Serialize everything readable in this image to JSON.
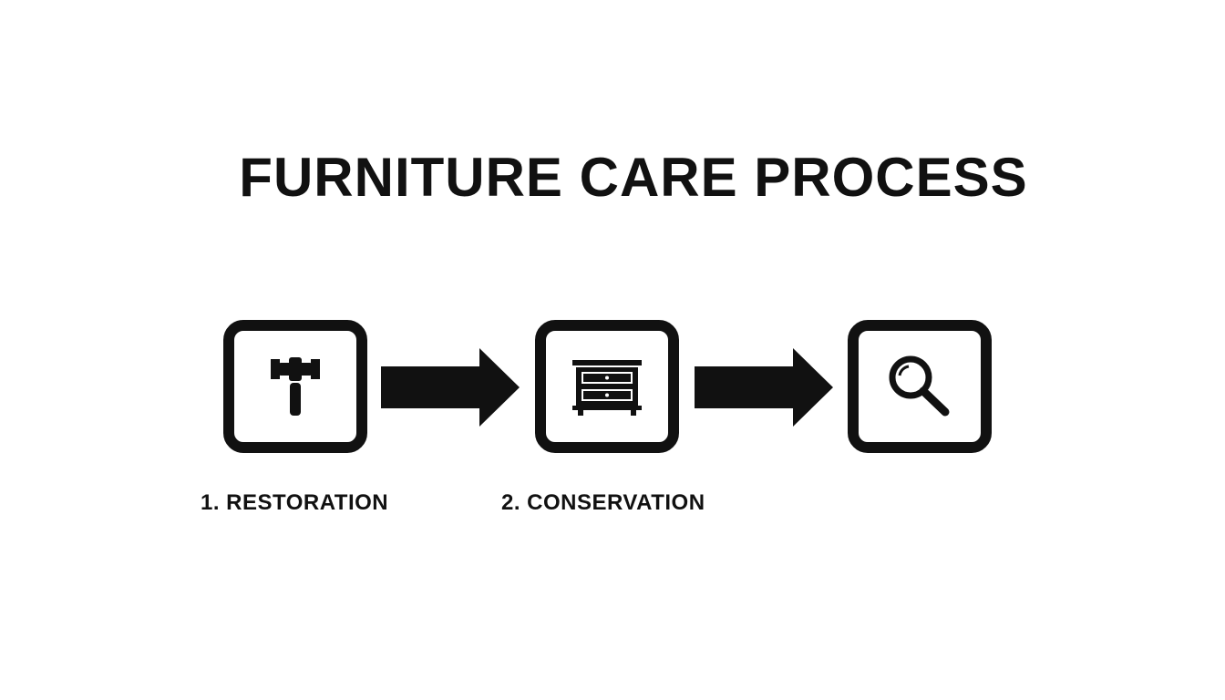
{
  "title": "FURNITURE CARE PROCESS",
  "steps": [
    {
      "icon": "hammer-icon",
      "label": "1. RESTORATION"
    },
    {
      "icon": "dresser-icon",
      "label": "2. CONSERVATION"
    },
    {
      "icon": "magnifier-icon",
      "label": ""
    }
  ],
  "colors": {
    "ink": "#111111",
    "background": "#ffffff"
  }
}
